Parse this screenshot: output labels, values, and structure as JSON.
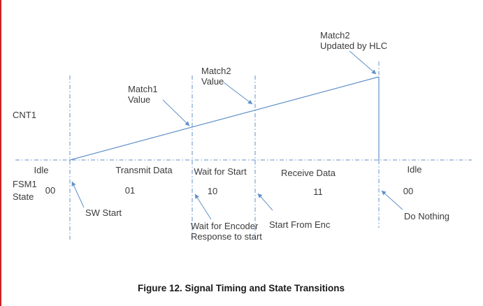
{
  "caption": {
    "text": "Figure 12. Signal Timing and State Transitions"
  },
  "labels": {
    "cnt1": "CNT1",
    "fsm1_line1": "FSM1",
    "fsm1_line2": "State"
  },
  "annotations": {
    "match1": {
      "line1": "Match1",
      "line2": "Value"
    },
    "match2_value": {
      "line1": "Match2",
      "line2": "Value"
    },
    "match2_updated": {
      "line1": "Match2",
      "line2": "Updated by HLC"
    },
    "sw_start": "SW Start",
    "wait_encoder": {
      "line1": "Wait for Encoder",
      "line2": "Response to start"
    },
    "start_from_enc": "Start From Enc",
    "do_nothing": "Do Nothing"
  },
  "states": [
    {
      "region": "Idle",
      "code": "00"
    },
    {
      "region": "Transmit Data",
      "code": "01"
    },
    {
      "region": "Wait for Start",
      "code": "10"
    },
    {
      "region": "Receive Data",
      "code": "11"
    },
    {
      "region": "Idle",
      "code": "00"
    }
  ],
  "colors": {
    "line_blue": "#6191c9",
    "text_gray": "#3b3b3b",
    "caption_black": "#1a1a1a",
    "page_edge_red": "#cc2222"
  }
}
